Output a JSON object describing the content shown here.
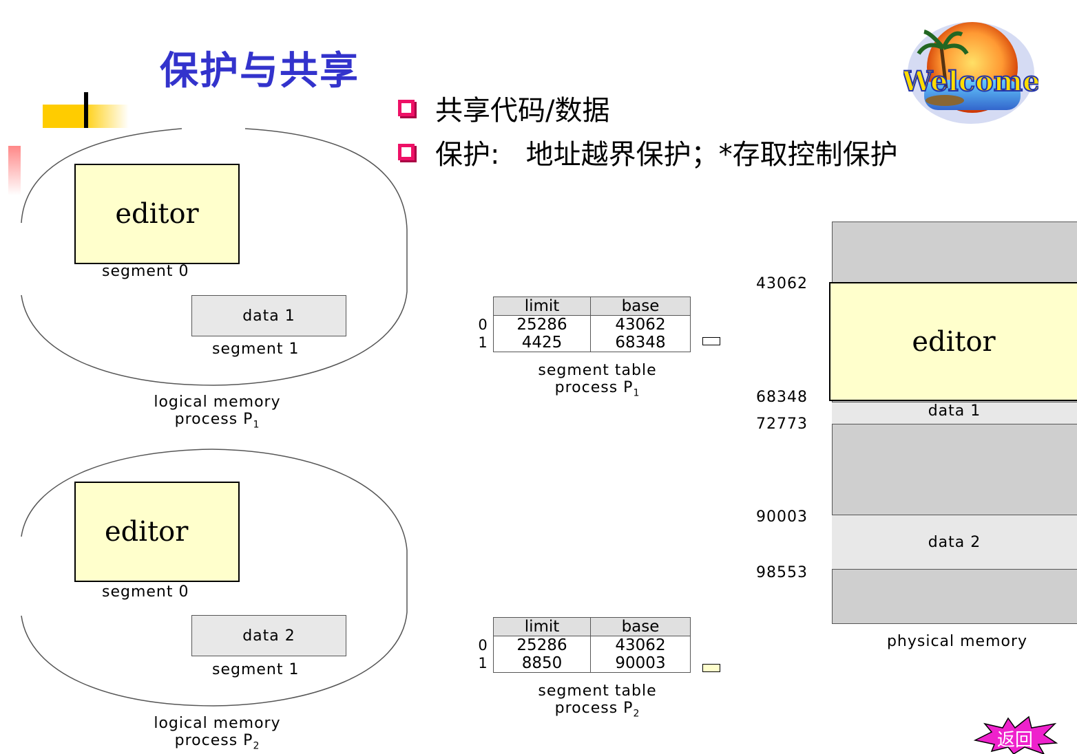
{
  "title": "保护与共享",
  "bullets": [
    "共享代码/数据",
    "保护:   地址越界保护；*存取控制保护"
  ],
  "logo_text": "Welcome",
  "process1": {
    "editor_label": "editor",
    "segment0_label": "segment 0",
    "data_label": "data 1",
    "segment1_label": "segment 1",
    "caption_line1": "logical memory",
    "caption_line2": "process P",
    "caption_sub": "1"
  },
  "process2": {
    "editor_label": "editor",
    "segment0_label": "segment 0",
    "data_label": "data 2",
    "segment1_label": "segment 1",
    "caption_line1": "logical memory",
    "caption_line2": "process P",
    "caption_sub": "2"
  },
  "table1": {
    "headers": [
      "limit",
      "base"
    ],
    "rows": [
      {
        "index": "0",
        "limit": "25286",
        "base": "43062"
      },
      {
        "index": "1",
        "limit": "4425",
        "base": "68348"
      }
    ],
    "caption_line1": "segment table",
    "caption_line2": "process P",
    "caption_sub": "1"
  },
  "table2": {
    "headers": [
      "limit",
      "base"
    ],
    "rows": [
      {
        "index": "0",
        "limit": "25286",
        "base": "43062"
      },
      {
        "index": "1",
        "limit": "8850",
        "base": "90003"
      }
    ],
    "caption_line1": "segment table",
    "caption_line2": "process P",
    "caption_sub": "2"
  },
  "physical": {
    "addresses": [
      "43062",
      "68348",
      "72773",
      "90003",
      "98553"
    ],
    "editor_label": "editor",
    "data1_label": "data 1",
    "data2_label": "data 2",
    "caption": "physical memory"
  },
  "return_button": "返回",
  "colors": {
    "title": "#3333cc",
    "editor_fill": "#ffffcc",
    "bullet_box": "#ee1166",
    "return_star": "#ee22cc"
  }
}
